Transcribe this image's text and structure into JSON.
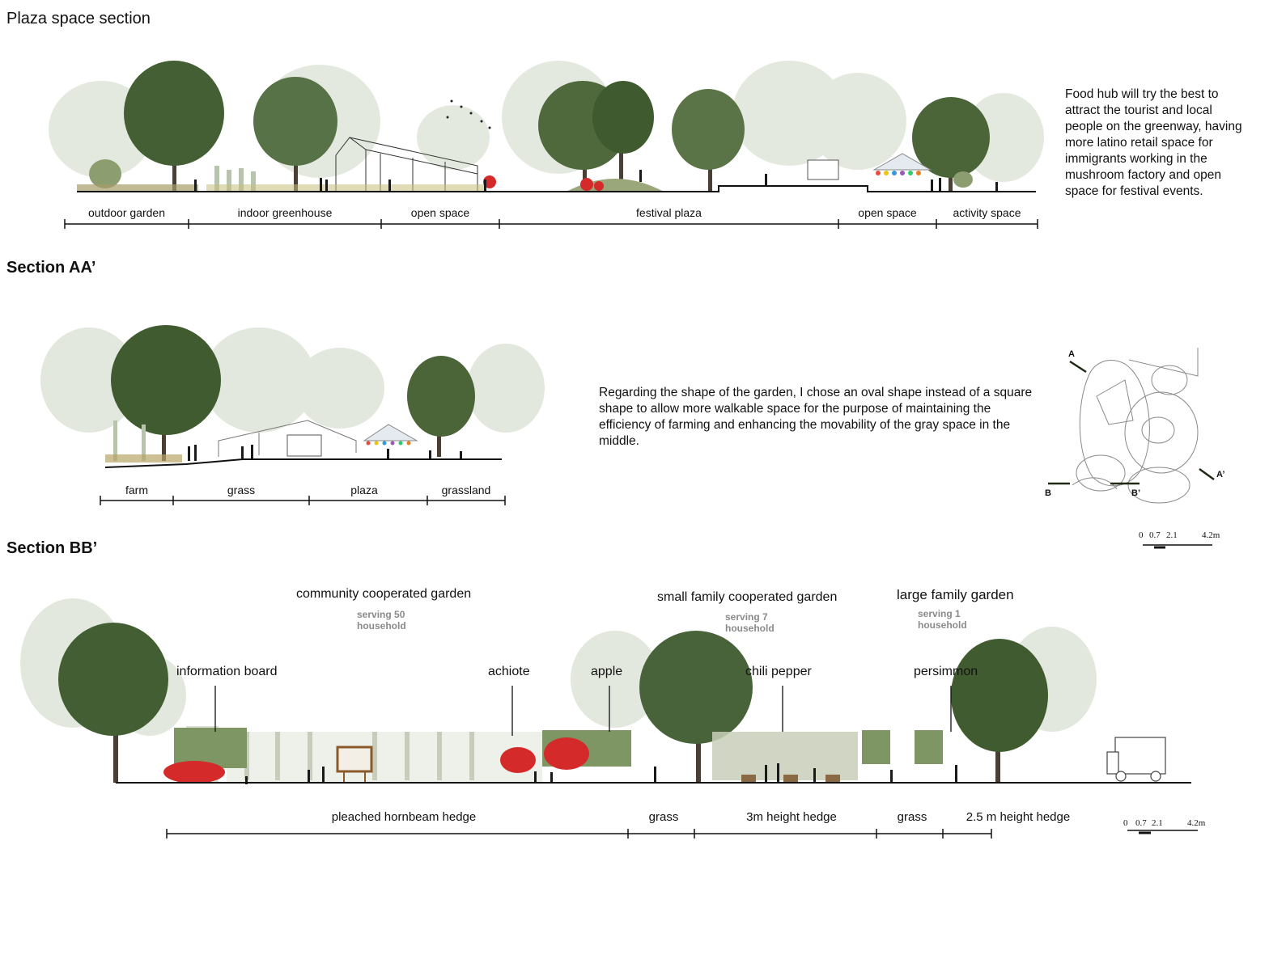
{
  "section1": {
    "title": "Plaza space section",
    "zones": [
      "outdoor garden",
      "indoor greenhouse",
      "open space",
      "festival plaza",
      "open space",
      "activity space"
    ],
    "description": "Food hub will try the best to attract the tourist and local people on the greenway, having more latino retail space for immigrants working in the mushroom factory and open space for festival events."
  },
  "section2": {
    "title": "Section AA’",
    "zones": [
      "farm",
      "grass",
      "plaza",
      "grassland"
    ],
    "description": "Regarding the shape of the garden, I chose an oval shape instead of a square shape to allow more walkable space for the purpose of maintaining the efficiency of farming and enhancing the movability of the gray space in the middle.",
    "keyplan": {
      "labels": [
        "A",
        "A’",
        "B",
        "B’"
      ],
      "scale": [
        "0",
        "0.7",
        "2.1",
        "4.2m"
      ]
    }
  },
  "section3": {
    "title": "Section BB’",
    "gardens": [
      {
        "name": "community cooperated garden",
        "serving": "serving 50 household"
      },
      {
        "name": "small family cooperated garden",
        "serving": "serving 7 household"
      },
      {
        "name": "large family garden",
        "serving": "serving 1 household"
      }
    ],
    "plants": [
      "information board",
      "achiote",
      "apple",
      "chili pepper",
      "persimmon"
    ],
    "zones": [
      "pleached hornbeam hedge",
      "grass",
      "3m height hedge",
      "grass",
      "2.5 m height hedge"
    ],
    "scale": [
      "0",
      "0.7",
      "2.1",
      "4.2m"
    ]
  },
  "colors": {
    "tree_dark": "#3f5a2f",
    "tree_mid": "#6d8a52",
    "tree_fade": "#dfe5da",
    "flower": "#d42a2a",
    "ground": "#111111"
  }
}
